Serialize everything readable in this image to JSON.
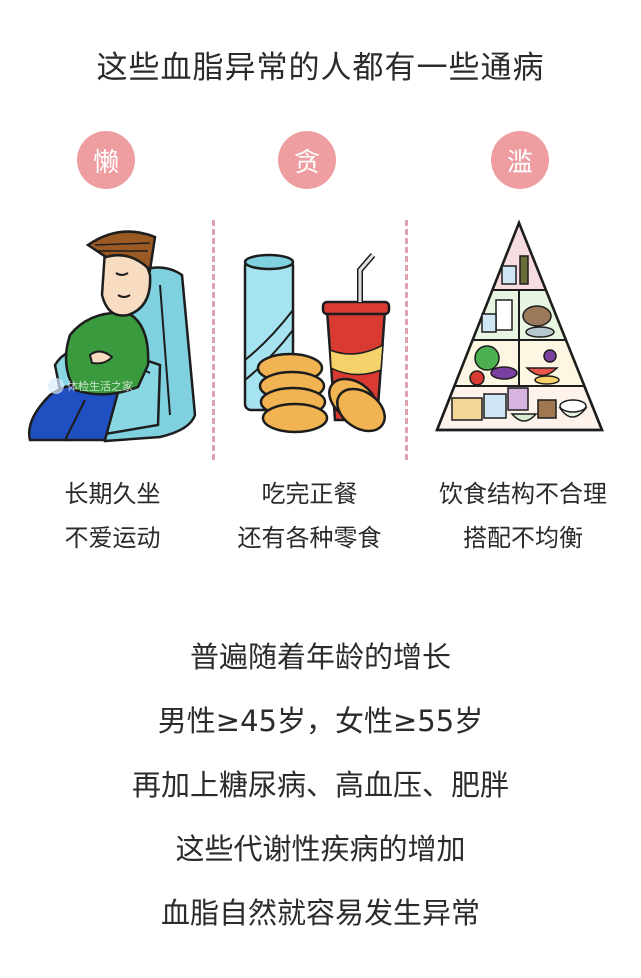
{
  "title": "这些血脂异常的人都有一些通病",
  "columns": [
    {
      "badge": "懒",
      "illustration": "man-sleeping-in-armchair",
      "caption_line1": "长期久坐",
      "caption_line2": "不爱运动"
    },
    {
      "badge": "贪",
      "illustration": "snacks-chips-can-soda-cookies",
      "caption_line1": "吃完正餐",
      "caption_line2": "还有各种零食"
    },
    {
      "badge": "滥",
      "illustration": "food-pyramid",
      "caption_line1": "饮食结构不合理",
      "caption_line2": "搭配不均衡"
    }
  ],
  "watermark": "体检生活之家",
  "summary": {
    "lines": [
      "普遍随着年龄的增长",
      "男性≥45岁，女性≥55岁",
      "再加上糖尿病、高血压、肥胖",
      "这些代谢性疾病的增加",
      "血脂自然就容易发生异常"
    ]
  },
  "colors": {
    "badge": "#ee9ea1",
    "divider": "#dda4b0",
    "text": "#2b2b2b",
    "background": "#ffffff"
  }
}
